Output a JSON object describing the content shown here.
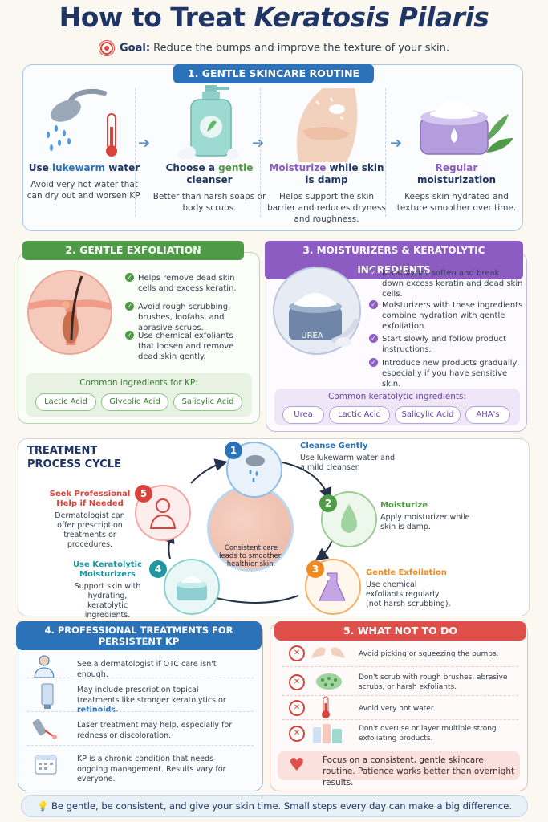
{
  "title": {
    "main": "How to Treat",
    "italic": "Keratosis Pilaris"
  },
  "goal": {
    "label": "Goal:",
    "text": "Reduce the bumps and improve the texture of your skin."
  },
  "section1": {
    "header": "1. GENTLE SKINCARE ROUTINE",
    "steps": [
      {
        "pre": "Use ",
        "accent": "lukewarm",
        "post": " water",
        "text": "Avoid very hot water that can dry out and worsen KP.",
        "accent_color": "#2c72b8"
      },
      {
        "pre": "Choose a ",
        "accent": "gentle",
        "post": " cleanser",
        "text": "Better than harsh soaps or body scrubs.",
        "accent_color": "#4f9a46"
      },
      {
        "pre": "",
        "accent": "Moisturize",
        "post": " while skin is damp",
        "text": "Helps support the skin barrier and reduces dryness and roughness.",
        "accent_color": "#8c5cc2"
      },
      {
        "pre": "",
        "accent": "Regular",
        "post": " moisturization",
        "text": "Keeps skin hydrated and texture smoother over time.",
        "accent_color": "#8c5cc2"
      }
    ]
  },
  "section2": {
    "header": "2. GENTLE EXFOLIATION",
    "bullets": [
      "Helps remove dead skin cells and excess keratin.",
      "Avoid rough scrubbing, brushes, loofahs, and abrasive scrubs.",
      "Use chemical exfoliants that loosen and remove dead skin gently."
    ],
    "ingredients_label": "Common ingredients for KP:",
    "ingredients": [
      "Lactic Acid",
      "Glycolic Acid",
      "Salicylic Acid"
    ]
  },
  "section3": {
    "header": "3. MOISTURIZERS & KERATOLYTIC INGREDIENTS",
    "jar_label": "UREA",
    "bullets": [
      "Keratolytics soften and break down excess keratin and dead skin cells.",
      "Moisturizers with these ingredients combine hydration with gentle exfoliation.",
      "Start slowly and follow product instructions.",
      "Introduce new products gradually, especially if you have sensitive skin."
    ],
    "ingredients_label": "Common keratolytic ingredients:",
    "ingredients": [
      "Urea",
      "Lactic Acid",
      "Salicylic Acid",
      "AHA's"
    ]
  },
  "cycle": {
    "title": "TREATMENT PROCESS CYCLE",
    "center": "Consistent care leads to smoother, healthier skin.",
    "steps": [
      {
        "num": "1",
        "title": "Cleanse Gently",
        "text": "Use lukewarm water and a mild cleanser.",
        "color": "#2c72b8"
      },
      {
        "num": "2",
        "title": "Moisturize",
        "text": "Apply moisturizer while skin is damp.",
        "color": "#4f9a46"
      },
      {
        "num": "3",
        "title": "Gentle Exfoliation",
        "text": "Use chemical exfoliants regularly (not harsh scrubbing).",
        "color": "#ef8a1f"
      },
      {
        "num": "4",
        "title": "Use Keratolytic Moisturizers",
        "text": "Support skin with hydrating, keratolytic ingredients.",
        "color": "#1f97a0"
      },
      {
        "num": "5",
        "title": "Seek Professional Help if Needed",
        "text": "Dermatologist can offer prescription treatments or procedures.",
        "color": "#d9433c"
      }
    ]
  },
  "section4": {
    "header": "4. PROFESSIONAL TREATMENTS FOR PERSISTENT KP",
    "rows": [
      {
        "text": "See a dermatologist if OTC care isn't enough.",
        "accent": ""
      },
      {
        "text": "May include prescription topical treatments like stronger keratolytics or ",
        "accent": "retinoids."
      },
      {
        "text": "Laser treatment may help, especially for redness or discoloration.",
        "accent": ""
      },
      {
        "text": "KP is a chronic condition that needs ongoing management. Results vary for everyone.",
        "accent": ""
      }
    ]
  },
  "section5": {
    "header": "5. WHAT NOT TO DO",
    "rows": [
      "Avoid picking or squeezing the bumps.",
      "Don't scrub with rough brushes, abrasive scrubs, or harsh exfoliants.",
      "Avoid very hot water.",
      "Don't overuse or layer multiple strong exfoliating products."
    ],
    "focus": "Focus on a consistent, gentle skincare routine. Patience works better than overnight results."
  },
  "footer": "Be gentle, be consistent, and give your skin time. Small steps every day can make a big difference."
}
